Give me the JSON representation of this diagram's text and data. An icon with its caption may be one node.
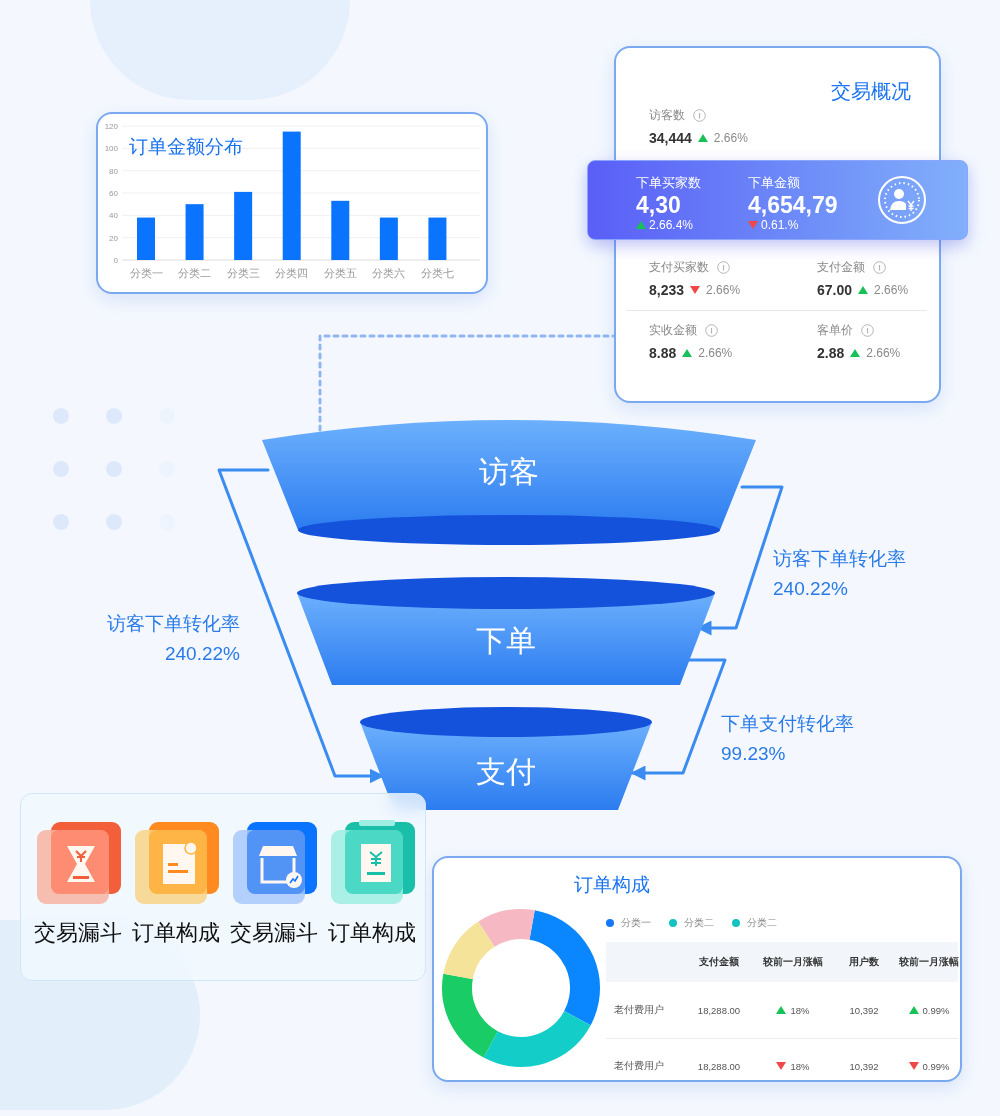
{
  "diagram": {
    "nodes": [
      {
        "text": [
          "交易概况"
        ]
      },
      {
        "text": [
          "访客数",
          "34,444",
          "2.66%"
        ],
        "in": 0
      },
      {
        "text": [
          "下单买家数",
          "4,30",
          "2.66.4%",
          "下单金额",
          "4,654,79",
          "0.61.%"
        ]
      },
      {
        "text": [
          "支付买家数",
          "8,233",
          "2.66%"
        ],
        "in": 0
      },
      {
        "text": [
          "支付金额",
          "67.00",
          "2.66%"
        ],
        "in": 0
      },
      {
        "text": [
          "实收金额",
          "8.88",
          "2.66%"
        ],
        "in": 0
      },
      {
        "text": [
          "客单价",
          "2.88",
          "2.66%"
        ],
        "in": 0
      },
      {
        "text": [
          "访客"
        ]
      },
      {
        "text": [
          "下单"
        ]
      },
      {
        "text": [
          "支付"
        ]
      },
      {
        "text": [
          "交易漏斗"
        ]
      },
      {
        "text": [
          "订单构成"
        ]
      },
      {
        "text": [
          "交易漏斗"
        ]
      },
      {
        "text": [
          "订单构成"
        ]
      },
      {
        "text": [
          "订单构成"
        ]
      }
    ],
    "edges": [
      {
        "from": 7,
        "to": 0,
        "arrow": "none",
        "style": "dashed",
        "color": "#8fb6f3"
      },
      {
        "from": 7,
        "to": 8,
        "arrow": "to",
        "label": "访客下单转化率 240.22%"
      },
      {
        "from": 8,
        "to": 9,
        "arrow": "to",
        "label": "下单支付转化率 99.23%"
      },
      {
        "from": 7,
        "to": 9,
        "arrow": "to",
        "label": "访客下单转化率 240.22%"
      }
    ],
    "labels": [
      "支付金额",
      "较前一月涨幅",
      "用户数",
      "较前一月涨幅",
      "老付费用户",
      "18,288.00",
      "18%",
      "10,392",
      "0.99%",
      "老付费用户",
      "18,288.00",
      "18%",
      "10,392",
      "0.99%"
    ],
    "legend": [
      {
        "text": "分类一",
        "color": "#1677ff"
      },
      {
        "text": "分类二",
        "color": "#13c2c2"
      },
      {
        "text": "分类二",
        "color": "#13c2c2"
      }
    ],
    "chart_data": {
      "type": "bar",
      "title": "订单金额分布",
      "categories": [
        "分类一",
        "分类二",
        "分类三",
        "分类四",
        "分类五",
        "分类六",
        "分类七"
      ],
      "values": [
        38,
        50,
        61,
        115,
        53,
        38,
        38
      ],
      "yticks": [
        0,
        20,
        40,
        60,
        80,
        100,
        120
      ],
      "ylim": [
        0,
        120
      ],
      "grid": true
    }
  }
}
